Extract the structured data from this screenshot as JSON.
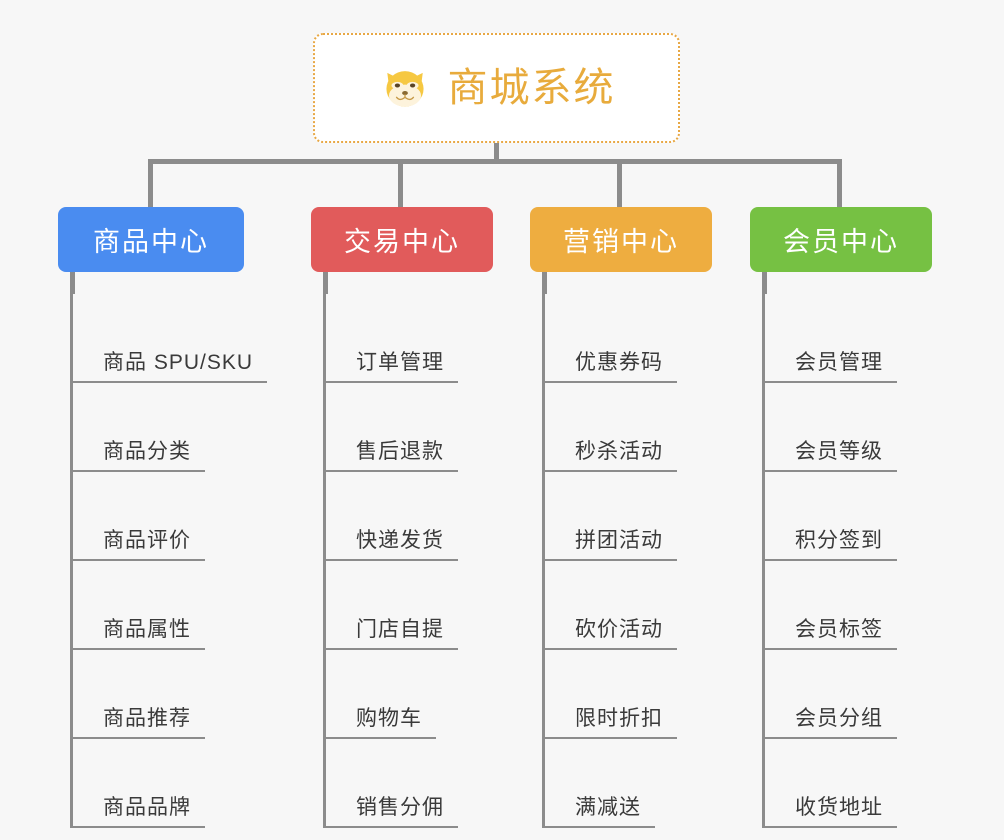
{
  "page": {
    "background_color": "#f7f7f7",
    "connector_color": "#8c8c8c"
  },
  "root": {
    "title": "商城系统",
    "icon": "shiba-dog-face-icon",
    "border_color": "#e8a845",
    "text_color": "#e8ab3c",
    "background_color": "#ffffff"
  },
  "branches": [
    {
      "label": "商品中心",
      "color": "#4a8cf0",
      "items": [
        "商品 SPU/SKU",
        "商品分类",
        "商品评价",
        "商品属性",
        "商品推荐",
        "商品品牌"
      ]
    },
    {
      "label": "交易中心",
      "color": "#e15b5b",
      "items": [
        "订单管理",
        "售后退款",
        "快递发货",
        "门店自提",
        "购物车",
        "销售分佣"
      ]
    },
    {
      "label": "营销中心",
      "color": "#eead40",
      "items": [
        "优惠券码",
        "秒杀活动",
        "拼团活动",
        "砍价活动",
        "限时折扣",
        "满减送"
      ]
    },
    {
      "label": "会员中心",
      "color": "#76c143",
      "items": [
        "会员管理",
        "会员等级",
        "积分签到",
        "会员标签",
        "会员分组",
        "收货地址"
      ]
    }
  ]
}
